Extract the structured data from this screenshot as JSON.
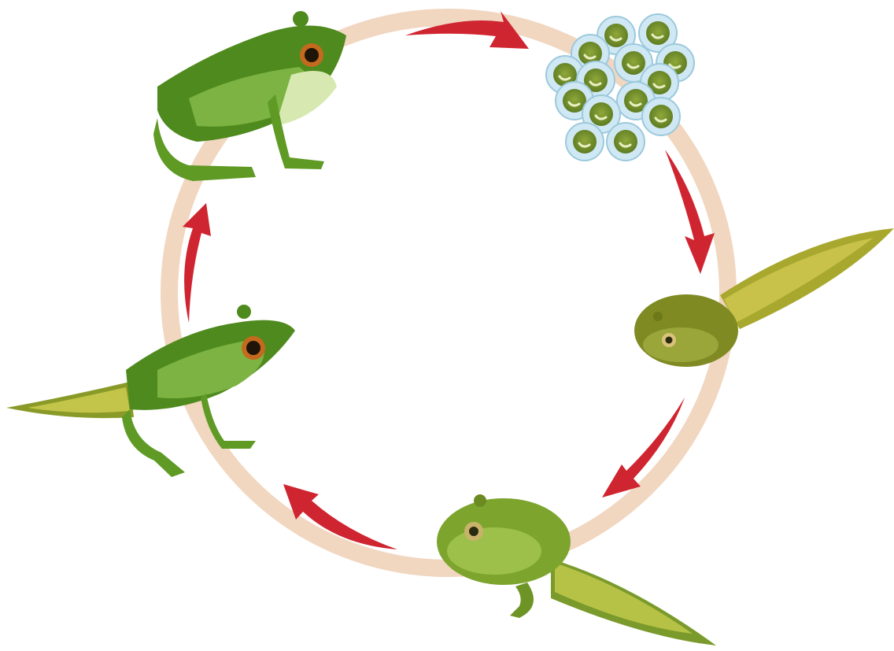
{
  "diagram": {
    "type": "life-cycle",
    "stages": [
      {
        "id": "eggs",
        "icon": "frog-eggs-icon"
      },
      {
        "id": "tadpole",
        "icon": "tadpole-icon"
      },
      {
        "id": "tadpole-with-legs",
        "icon": "tadpole-with-legs-icon"
      },
      {
        "id": "froglet",
        "icon": "froglet-icon"
      },
      {
        "id": "adult-frog",
        "icon": "adult-frog-icon"
      }
    ],
    "arrow_direction": "clockwise",
    "colors": {
      "ring": "#f1d6c0",
      "arrow": "#cf2530",
      "frog_dark": "#4f8a1e",
      "frog_light": "#7cb342",
      "tadpole": "#7a8a22",
      "egg_shell": "#cfe8f3",
      "egg_yolk": "#6f8f2a"
    }
  }
}
